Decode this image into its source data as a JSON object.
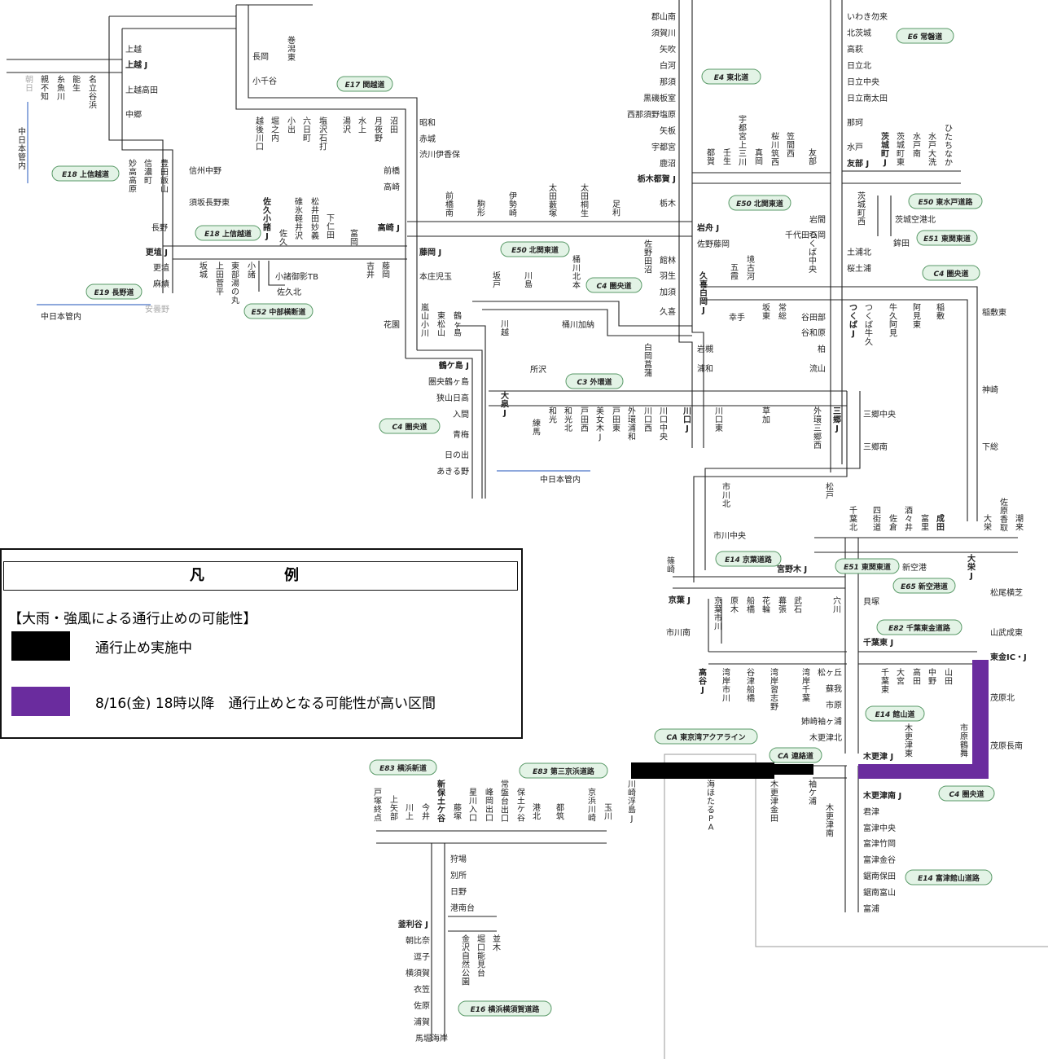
{
  "colors": {
    "closed": "#000000",
    "likely_closed": "#6a2c9e",
    "route_pill_fill": "#e3f3e6",
    "route_pill_border": "#5a9a68",
    "admin_border": "#4a74c8"
  },
  "legend": {
    "title": "凡　例",
    "heading": "【大雨・強風による通行止めの可能性】",
    "items": [
      {
        "key": "closed",
        "label": "通行止め実施中"
      },
      {
        "key": "likely_closed",
        "label": "8/16(金) 18時以降　通行止めとなる可能性が高い区間"
      }
    ]
  },
  "routes": {
    "e17": {
      "code": "E17",
      "name": "関越道"
    },
    "e18a": {
      "code": "E18",
      "name": "上信越道"
    },
    "e18b": {
      "code": "E18",
      "name": "上信越道"
    },
    "e19": {
      "code": "E19",
      "name": "長野道"
    },
    "e52": {
      "code": "E52",
      "name": "中部横断道"
    },
    "e4": {
      "code": "E4",
      "name": "東北道"
    },
    "e6": {
      "code": "E6",
      "name": "常磐道"
    },
    "e50a": {
      "code": "E50",
      "name": "北関東道"
    },
    "e50b": {
      "code": "E50",
      "name": "北関東道"
    },
    "e50c": {
      "code": "E50",
      "name": "東水戸道路"
    },
    "e51a": {
      "code": "E51",
      "name": "東関東道"
    },
    "e51b": {
      "code": "E51",
      "name": "東関東道"
    },
    "c4a": {
      "code": "C4",
      "name": "圏央道"
    },
    "c4b": {
      "code": "C4",
      "name": "圏央道"
    },
    "c4c": {
      "code": "C4",
      "name": "圏央道"
    },
    "c4d": {
      "code": "C4",
      "name": "圏央道"
    },
    "c3": {
      "code": "C3",
      "name": "外環道"
    },
    "e14a": {
      "code": "E14",
      "name": "京葉道路"
    },
    "e14b": {
      "code": "E14",
      "name": "館山道"
    },
    "e14c": {
      "code": "E14",
      "name": "富津館山道路"
    },
    "e65": {
      "code": "E65",
      "name": "新空港道"
    },
    "e82": {
      "code": "E82",
      "name": "千葉東金道路"
    },
    "ca1": {
      "code": "CA",
      "name": "東京湾アクアライン"
    },
    "ca2": {
      "code": "CA",
      "name": "連絡道"
    },
    "e83a": {
      "code": "E83",
      "name": "横浜新道"
    },
    "e83b": {
      "code": "E83",
      "name": "第三京浜道路"
    },
    "e16": {
      "code": "E16",
      "name": "横浜横須賀道路"
    }
  },
  "boundaries": {
    "b1": "中日本管内",
    "b2": "中日本管内",
    "b3": "中日本管内"
  },
  "ic": {
    "joetsu": "上越",
    "joetsu_j": "上越 J",
    "joetsu_takada": "上越高田",
    "nakago": "中郷",
    "nagaoka": "長岡",
    "ojiya": "小千谷",
    "shinshu_nakano": "信州中野",
    "suzaka": "須坂長野東",
    "nagano": "長野",
    "koshoku_j": "更埴 J",
    "koshoku": "更埴",
    "omi": "麻績",
    "azumino": "安曇野",
    "komoro_tb": "小諸御影TB",
    "saku_kita": "佐久北",
    "showa": "昭和",
    "akagi": "赤城",
    "shibukawa": "渋川伊香保",
    "maebashi": "前橋",
    "takasaki": "高崎",
    "takasaki_j": "高崎 J",
    "fujioka_j": "藤岡 J",
    "honjo": "本庄児玉",
    "hanazono": "花園",
    "tsurugashima_j": "鶴ケ島 J",
    "ken_tsurugashima": "圏央鶴ヶ島",
    "sayama": "狭山日高",
    "iruma": "入間",
    "ome": "青梅",
    "hinode": "日の出",
    "akiruno": "あきる野",
    "tokorozawa": "所沢",
    "okegawa_kano": "桶川加納",
    "koriyama_minami": "郡山南",
    "sukagawa": "須賀川",
    "yabuki": "矢吹",
    "shirakawa": "白河",
    "nasu": "那須",
    "kuroiso": "黒磯板室",
    "nishinasuno": "西那須野塩原",
    "yaita": "矢板",
    "utsunomiya": "宇都宮",
    "kanuma": "鹿沼",
    "tochigi_tsuga_j": "栃木都賀 J",
    "tochigi": "栃木",
    "iwafune_j": "岩舟 J",
    "sano_fujioka": "佐野藤岡",
    "tatebayashi": "館林",
    "hanyu": "羽生",
    "kazo": "加須",
    "kuki": "久喜",
    "iwatsuki": "岩槻",
    "urawa": "浦和",
    "satte": "幸手",
    "iwama": "岩間",
    "chiyoda_ishioka": "千代田石岡",
    "iwaki_nakoso": "いわき勿来",
    "kitaibaraki": "北茨城",
    "takahagi": "高萩",
    "hitachi_kita": "日立北",
    "hitachi_chuo": "日立中央",
    "hitachi_minami": "日立南太田",
    "naka": "那珂",
    "mito": "水戸",
    "tomobe_j": "友部 J",
    "ibaraki_kuko": "茨城空港北",
    "hokota": "鉾田",
    "tsuchiura_kita": "土浦北",
    "sakura_tsuchiura": "桜土浦",
    "yatabe": "谷田部",
    "yawara": "谷和原",
    "kashiwa": "柏",
    "nagareyama": "流山",
    "inashiki_higashi": "稲敷東",
    "kamisu": "神崎",
    "shimofusa": "下総",
    "misato_chuo": "三郷中央",
    "misato_minami": "三郷南",
    "ichikawa_chuo": "市川中央",
    "miyanogi_j": "宮野木 J",
    "shinkuko": "新空港",
    "keiyo_j": "京葉 J",
    "ichikawa_minami": "市川南",
    "kaizuka": "貝塚",
    "chiba_higashi_j": "千葉東 J",
    "matsuo": "松尾横芝",
    "sanbu": "山武成東",
    "togane_j": "東金IC・J",
    "mobara_kita": "茂原北",
    "mobara_nagara": "茂原長南",
    "matsugaoka": "松ヶ丘",
    "soga": "蘇我",
    "ichihara": "市原",
    "anegasaki": "姉崎袖ヶ浦",
    "kisarazu_kita": "木更津北",
    "kisarazu_j": "木更津 J",
    "kisarazu_minami_j": "木更津南 J",
    "kimitsu": "君津",
    "futtsu_chuo": "富津中央",
    "futtsu_takeoka": "富津竹岡",
    "futtsu_kanaya": "富津金谷",
    "kyonan_hota": "鋸南保田",
    "kyonan_tomiyama": "鋸南富山",
    "tomiura": "富浦",
    "karibaike": "狩場",
    "bessho": "別所",
    "hino": "日野",
    "konandai": "港南台",
    "kamariya_j": "釜利谷 J",
    "asahina": "朝比奈",
    "zushi": "逗子",
    "yokosuka": "横須賀",
    "kinugasa": "衣笠",
    "sawara": "佐原",
    "uraga": "浦賀",
    "mabori": "馬堀海岸"
  },
  "vic": {
    "asahi": "朝日",
    "oyashirazu": "親不知",
    "itoigawa": "糸魚川",
    "nou": "能生",
    "nadachi": "名立谷浜",
    "myoko": "妙高高原",
    "shinano": "信濃町",
    "toyota": "豊田飯山",
    "makiyama": "巻潟東",
    "echigo": "越後川口",
    "horinouchi": "堀之内",
    "koide": "小出",
    "muika": "六日町",
    "shiozawa": "塩沢石打",
    "yuzawa": "湯沢",
    "minakami": "水上",
    "tsukiyono": "月夜野",
    "numata": "沼田",
    "saku_komoro_j": "佐久小諸J",
    "usui": "碓氷軽井沢",
    "matsuida": "松井田妙義",
    "shimonita": "下仁田",
    "tomioka": "富岡",
    "sakaki": "坂城",
    "ueda": "上田菅平",
    "tomi": "東部湯の丸",
    "komoro": "小諸",
    "saku": "佐久",
    "yoshii": "吉井",
    "fujioka": "藤岡",
    "maebashi_minami": "前橋南",
    "komagata": "駒形",
    "isesaki": "伊勢崎",
    "ota_yabuzuka": "太田藪塚",
    "ota_kiryu": "太田桐生",
    "ashikaga": "足利",
    "sano_tanuma": "佐野田沼",
    "okegawa_kitamoto": "桶川北本",
    "sakado": "坂戸",
    "kawajima": "川島",
    "ranzan": "嵐山小川",
    "higashimatsuyama": "東松山",
    "tsurugashima": "鶴ヶ島",
    "kawagoe": "川越",
    "oizumi_j": "大泉J",
    "nerima": "練馬",
    "wako": "和光",
    "wako_kita": "和光北",
    "toda_nishi": "戸田西",
    "bijogi_j": "美女木J",
    "toda_higashi": "戸田東",
    "gaikan_urawa": "外環浦和",
    "kawaguchi_nishi": "川口西",
    "kawaguchi_chuo": "川口中央",
    "kawaguchi_j": "川口J",
    "kawaguchi_higashi": "川口東",
    "soka": "草加",
    "gaikan_misato": "外環三郷西",
    "misato_j": "三郷J",
    "shiraoka": "白岡菖蒲",
    "kuki_shiraoka_j": "久喜白岡J",
    "tsuga": "都賀",
    "mibu": "壬生",
    "kaminokawa": "宇都宮上三川",
    "moka": "真岡",
    "sakura_chikusei": "桜川筑西",
    "kasama": "笠間西",
    "tomobe": "友部",
    "ibaraki_machi_j": "茨城町J",
    "ibaraki_machi_higashi": "茨城町東",
    "mito_minami": "水戸南",
    "mito_oarai": "水戸大洗",
    "hitachinaka": "ひたちなか",
    "ibaraki_machi_nishi": "茨城町西",
    "sakai_koga": "境古河",
    "goka": "五霞",
    "bando": "坂東",
    "joso": "常総",
    "tsukuba_chuo": "つくば中央",
    "tsukuba_j": "つくばJ",
    "tsukuba_ushiku": "つくば牛久",
    "ushiku_ami": "牛久阿見",
    "ami_higashi": "阿見東",
    "inashiki": "稲敷",
    "matsudo": "松戸",
    "ichikawa_kita": "市川北",
    "chiba_kita": "千葉北",
    "yotsukaido": "四街道",
    "sakura": "佐倉",
    "shisui": "酒々井",
    "tomisato": "富里",
    "narita": "成田",
    "taiei": "大栄",
    "sawara_katori": "佐原香取",
    "itako": "潮来",
    "taiei_j": "大栄J",
    "shinozaki": "篠崎",
    "keiyo_ichikawa": "京葉市川",
    "harakigi": "原木",
    "funabashi": "船橋",
    "hanawa": "花輪",
    "makuhari": "幕張",
    "takeishi": "武石",
    "anagawa": "穴川",
    "takaya_j": "高谷J",
    "wangan_ichikawa": "湾岸市川",
    "yatsu": "谷津船橋",
    "wangan_narashino": "湾岸習志野",
    "wangan_chiba": "湾岸千葉",
    "chiba_higashi": "千葉東",
    "omiya": "大宮",
    "takada": "高田",
    "nakano": "中野",
    "yamada": "山田",
    "kisarazu_higashi": "木更津東",
    "ichihara_tsurumai": "市原鶴舞",
    "kawasaki_ukishima_j": "川崎浮島J",
    "umihotaru": "海ほたるPA",
    "kisarazu_kaneda": "木更津金田",
    "sodegaura": "袖ケ浦",
    "kisarazu_minami": "木更津南",
    "totsuka": "戸塚終点",
    "kamiyabe": "上矢部",
    "kawakami": "川上",
    "imai": "今井",
    "hodogaya_j": "新保土ケ谷",
    "fujitsuka": "藤塚",
    "hoshikawa": "星川入口",
    "mineoka": "峰岡出口",
    "tokiwadai": "常盤台出口",
    "hodogaya": "保土ケ谷",
    "kohoku": "港北",
    "tsuzuki": "都筑",
    "keihin_kawasaki": "京浜川崎",
    "tamagawa": "玉川",
    "kanazawa": "金沢自然公園",
    "horiguchi": "堀口能見台",
    "namiki": "並木"
  }
}
